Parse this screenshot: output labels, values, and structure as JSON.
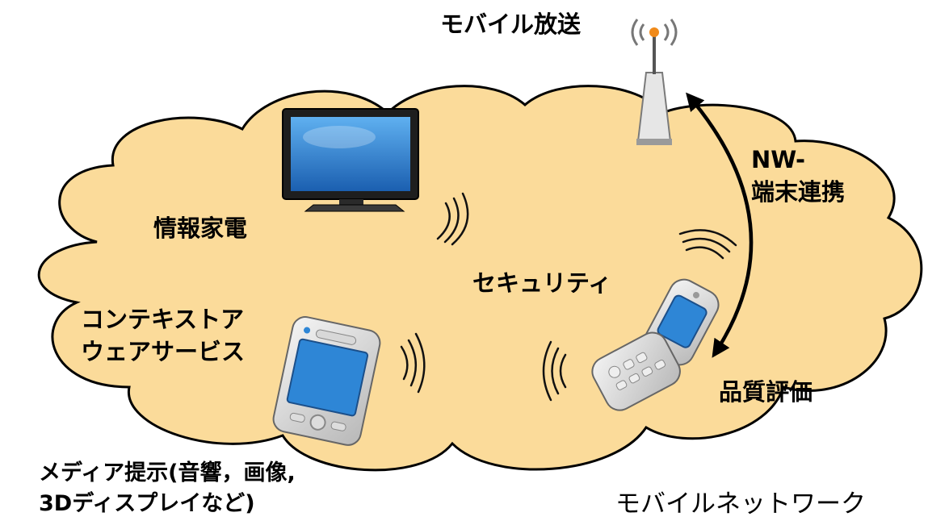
{
  "labels": {
    "mobile_broadcast": "モバイル放送",
    "nw_terminal_line1": "NW-",
    "nw_terminal_line2": "端末連携",
    "info_appliance": "情報家電",
    "security": "セキュリティ",
    "context_line1": "コンテキストア",
    "context_line2": "ウェアサービス",
    "quality": "品質評価",
    "media_line1": "メディア提示(音響，画像,",
    "media_line2": "3Dディスプレイなど)",
    "network": "モバイルネットワーク"
  },
  "colors": {
    "cloud_fill": "#FBDB9A",
    "cloud_stroke": "#000000",
    "arrow": "#000000",
    "screen_blue": "#2E86D6",
    "antenna_dot": "#F08A1A"
  },
  "icons": [
    "television-icon",
    "antenna-tower-icon",
    "pda-icon",
    "flip-phone-icon",
    "wireless-signal-icon",
    "double-headed-arrow"
  ]
}
